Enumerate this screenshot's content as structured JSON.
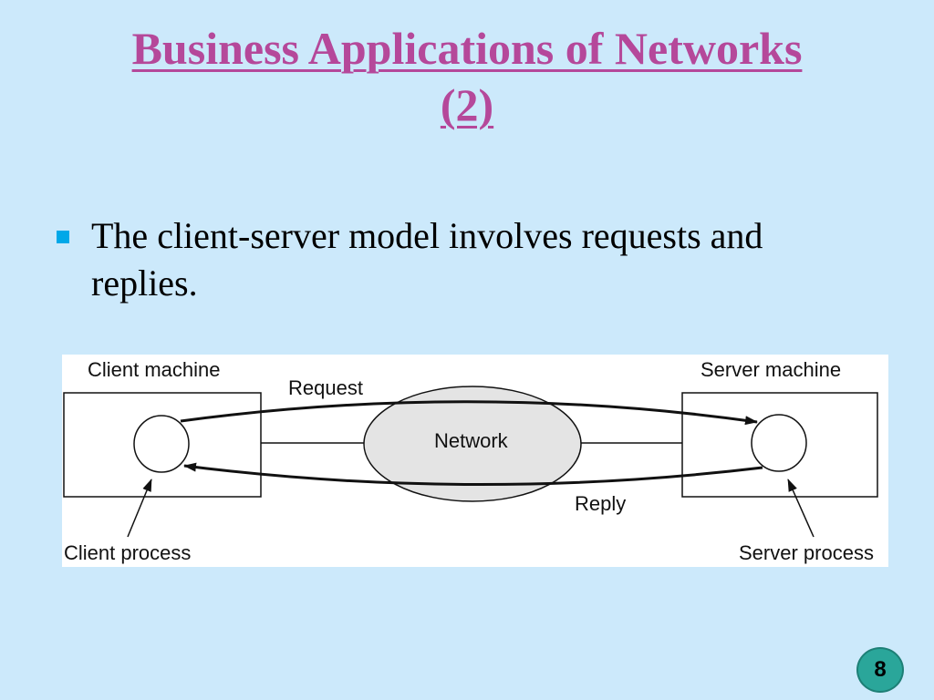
{
  "slide": {
    "title_line1": "Business Applications of Networks",
    "title_line2": "(2)",
    "bullet": "The client-server model involves requests and replies.",
    "page_number": "8"
  },
  "diagram": {
    "client_machine_label": "Client machine",
    "server_machine_label": "Server machine",
    "network_label": "Network",
    "request_label": "Request",
    "reply_label": "Reply",
    "client_process_label": "Client process",
    "server_process_label": "Server process"
  },
  "colors": {
    "background": "#cce9fb",
    "title": "#b5489a",
    "bullet": "#00a8e8",
    "network_fill": "#e4e4e4",
    "badge": "#2aa69a"
  }
}
